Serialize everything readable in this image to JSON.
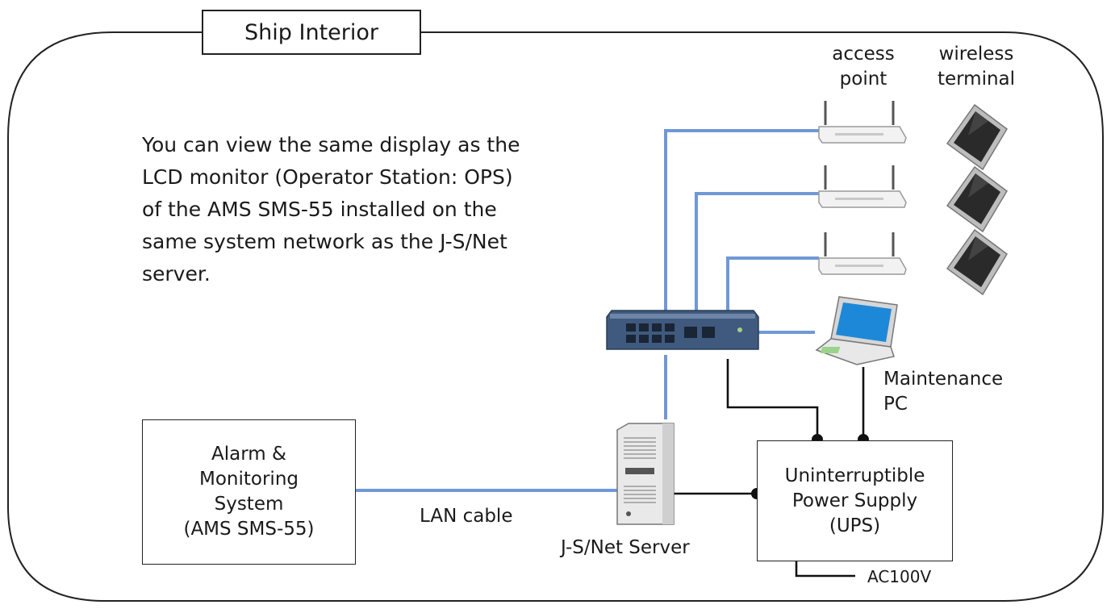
{
  "diagram": {
    "title": "Ship Interior",
    "description_lines": [
      "You can view the same display as the",
      "LCD monitor (Operator Station: OPS)",
      "of the AMS SMS-55 installed on the",
      "same system network as the J-S/Net",
      "server."
    ],
    "access_point_label": [
      "access",
      "point"
    ],
    "wireless_terminal_label": [
      "wireless",
      "terminal"
    ],
    "maintenance_pc_label": [
      "Maintenance",
      "PC"
    ],
    "ams_box_lines": [
      "Alarm &",
      "Monitoring",
      "System",
      "(AMS SMS-55)"
    ],
    "ups_box_lines": [
      "Uninterruptible",
      "Power Supply",
      "(UPS)"
    ],
    "lan_cable_label": "LAN cable",
    "server_label": "J-S/Net Server",
    "power_label": "AC100V",
    "colors": {
      "lan_line": "#6f98d6",
      "power_line": "#111111",
      "frame": "#222222",
      "device_body": "#f2f2f2",
      "switch_body": "#3f5a7e",
      "tablet_screen": "#2a2a2a"
    }
  }
}
